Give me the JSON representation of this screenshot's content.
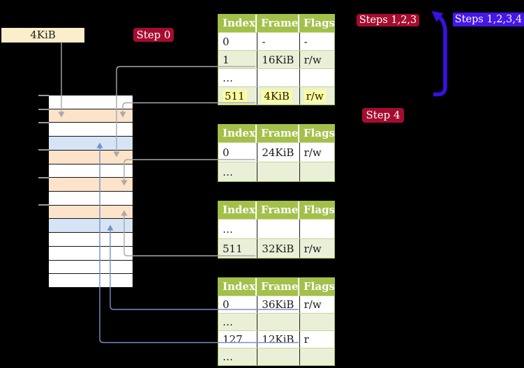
{
  "label_4kib": "4KiB",
  "badges": {
    "step0": {
      "label": "Step 0"
    },
    "steps123": {
      "label": "Steps 1,2,3"
    },
    "steps1234": {
      "label": "Steps 1,2,3,4"
    },
    "step4": {
      "label": "Step 4"
    }
  },
  "tables": [
    {
      "name": "page-table-1",
      "headers": [
        "Index",
        "Frame",
        "Flags"
      ],
      "rows": [
        {
          "cells": [
            "0",
            "-",
            "-"
          ]
        },
        {
          "cells": [
            "1",
            "16KiB",
            "r/w"
          ]
        },
        {
          "cells": [
            "…",
            "",
            ""
          ]
        },
        {
          "cells": [
            "511",
            "4KiB",
            "r/w"
          ],
          "highlight": true
        }
      ]
    },
    {
      "name": "page-table-2",
      "headers": [
        "Index",
        "Frame",
        "Flags"
      ],
      "rows": [
        {
          "cells": [
            "0",
            "24KiB",
            "r/w"
          ]
        },
        {
          "cells": [
            "…",
            "",
            ""
          ]
        }
      ]
    },
    {
      "name": "page-table-3",
      "headers": [
        "Index",
        "Frame",
        "Flags"
      ],
      "rows": [
        {
          "cells": [
            "…",
            "",
            ""
          ]
        },
        {
          "cells": [
            "511",
            "32KiB",
            "r/w"
          ]
        }
      ]
    },
    {
      "name": "page-table-4",
      "headers": [
        "Index",
        "Frame",
        "Flags"
      ],
      "rows": [
        {
          "cells": [
            "0",
            "36KiB",
            "r/w"
          ]
        },
        {
          "cells": [
            "…",
            "",
            ""
          ]
        },
        {
          "cells": [
            "127",
            "12KiB",
            "r"
          ]
        },
        {
          "cells": [
            "…",
            "",
            ""
          ]
        }
      ]
    }
  ],
  "memory": {
    "rows": [
      "white",
      "peach",
      "white",
      "blue",
      "peach",
      "white",
      "peach",
      "white",
      "peach",
      "blue",
      "white",
      "white",
      "white",
      "white"
    ]
  },
  "colors": {
    "badge_red": "#a60c2f",
    "badge_blue": "#4517e9",
    "table_header_green": "#a3c04a",
    "table_row_green": "#eaf0d8",
    "highlight_yellow": "#fdfd9e",
    "memory_frame_peach": "#fce3c9",
    "memory_frame_blue": "#d6e4f6",
    "label_cream": "#faeecb",
    "connector_gray": "#a9a9a9",
    "connector_steel_blue": "#7590c6",
    "big_arrow_blue": "#3b10e4"
  }
}
